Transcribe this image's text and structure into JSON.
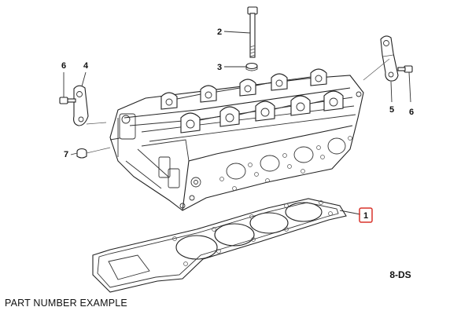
{
  "diagram": {
    "callouts": {
      "c1": "1",
      "c2": "2",
      "c3": "3",
      "c4": "4",
      "c5": "5",
      "c6a": "6",
      "c6b": "6",
      "c7": "7"
    },
    "drawing_code": "8-DS",
    "highlight_color": "#d9342b",
    "line_color": "#222222"
  },
  "caption": "PART NUMBER EXAMPLE"
}
